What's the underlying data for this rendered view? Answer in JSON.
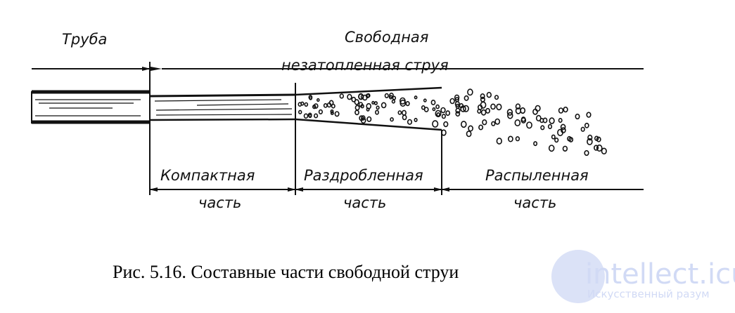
{
  "labels": {
    "pipe": "Труба",
    "free_jet_line1": "Свободная",
    "free_jet_line2": "незатопленная струя",
    "compact": "Компактная",
    "compact_sub": "часть",
    "fragmented": "Раздробленная",
    "fragmented_sub": "часть",
    "sprayed": "Распыленная",
    "sprayed_sub": "часть"
  },
  "caption": "Рис. 5.16. Составные части свободной струи",
  "watermark": {
    "title": "intellect.icu",
    "subtitle": "Искусственный разум",
    "color": "#cdd6f4"
  }
}
